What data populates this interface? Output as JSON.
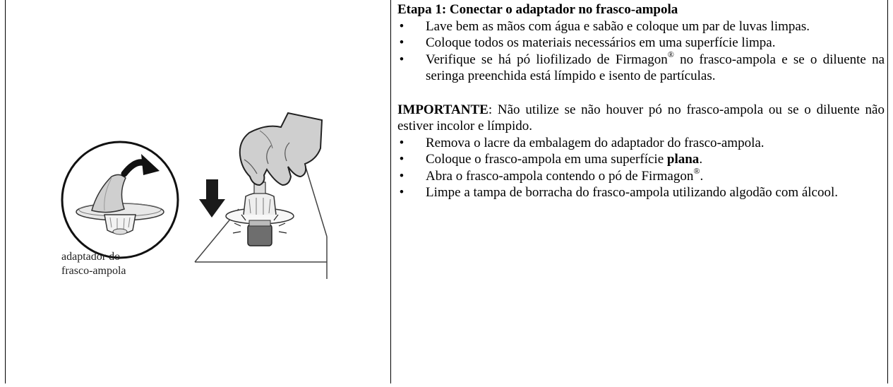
{
  "figure": {
    "caption_line1": "adaptador do",
    "caption_line2": "frasco-ampola"
  },
  "step": {
    "heading": "Etapa 1: Conectar o adaptador no frasco-ampola",
    "bullet_symbol": "•",
    "bullets_a": [
      "Lave bem as mãos com água e sabão e coloque um par de luvas limpas.",
      "Coloque todos os materiais necessários em uma superfície limpa."
    ],
    "bullet_a3_pre": "Verifique se há pó liofilizado de Firmagon",
    "bullet_a3_sup": "®",
    "bullet_a3_post": " no frasco-ampola e se o diluente na seringa preenchida está límpido e isento de partículas.",
    "important_label": "IMPORTANTE",
    "important_text": ": Não utilize se não houver pó no frasco-ampola ou se o diluente não estiver incolor e límpido.",
    "bullet_b1": "Remova o lacre da embalagem do adaptador do frasco-ampola.",
    "bullet_b2_pre": "Coloque o frasco-ampola em uma superfície ",
    "bullet_b2_bold": "plana",
    "bullet_b2_post": ".",
    "bullet_b3_pre": "Abra o frasco-ampola contendo o pó de Firmagon",
    "bullet_b3_sup": "®",
    "bullet_b3_post": ".",
    "bullet_b4": "Limpe a tampa de borracha do frasco-ampola utilizando algodão com álcool."
  }
}
